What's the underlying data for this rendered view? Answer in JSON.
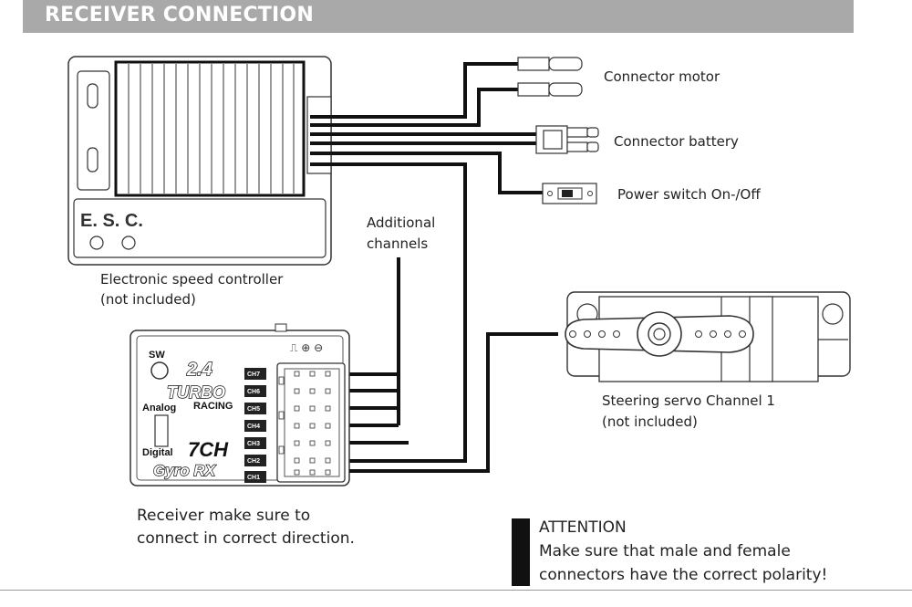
{
  "header": {
    "title": "RECEIVER CONNECTION"
  },
  "esc": {
    "title": "E. S. C.",
    "caption_line1": "Electronic speed controller",
    "caption_line2": "(not included)"
  },
  "connectors": {
    "motor": "Connector motor",
    "battery": "Connector battery",
    "power_switch": "Power switch On-/Off"
  },
  "additional_channels": {
    "line1": "Additional",
    "line2": "channels"
  },
  "receiver": {
    "sw_label": "SW",
    "logo_24": "2.4",
    "brand": "TURBO",
    "brand_sub": "RACING",
    "analog_label": "Analog",
    "digital_label": "Digital",
    "model": "7CH",
    "model_sub": "Gyro RX",
    "top_symbols": "⎍ ⊕ ⊖",
    "channels": [
      "CH7",
      "CH6",
      "CH5",
      "CH4",
      "CH3",
      "CH2",
      "CH1"
    ],
    "caption_line1": "Receiver make sure to",
    "caption_line2": "connect in correct direction."
  },
  "servo": {
    "caption_line1": "Steering servo Channel 1",
    "caption_line2": "(not included)"
  },
  "attention": {
    "title": "ATTENTION",
    "line1": "Make sure that male and female",
    "line2": "connectors have the correct polarity!"
  },
  "colors": {
    "header_bg": "#a9a9aa",
    "line": "#222222",
    "wire": "#111111"
  }
}
